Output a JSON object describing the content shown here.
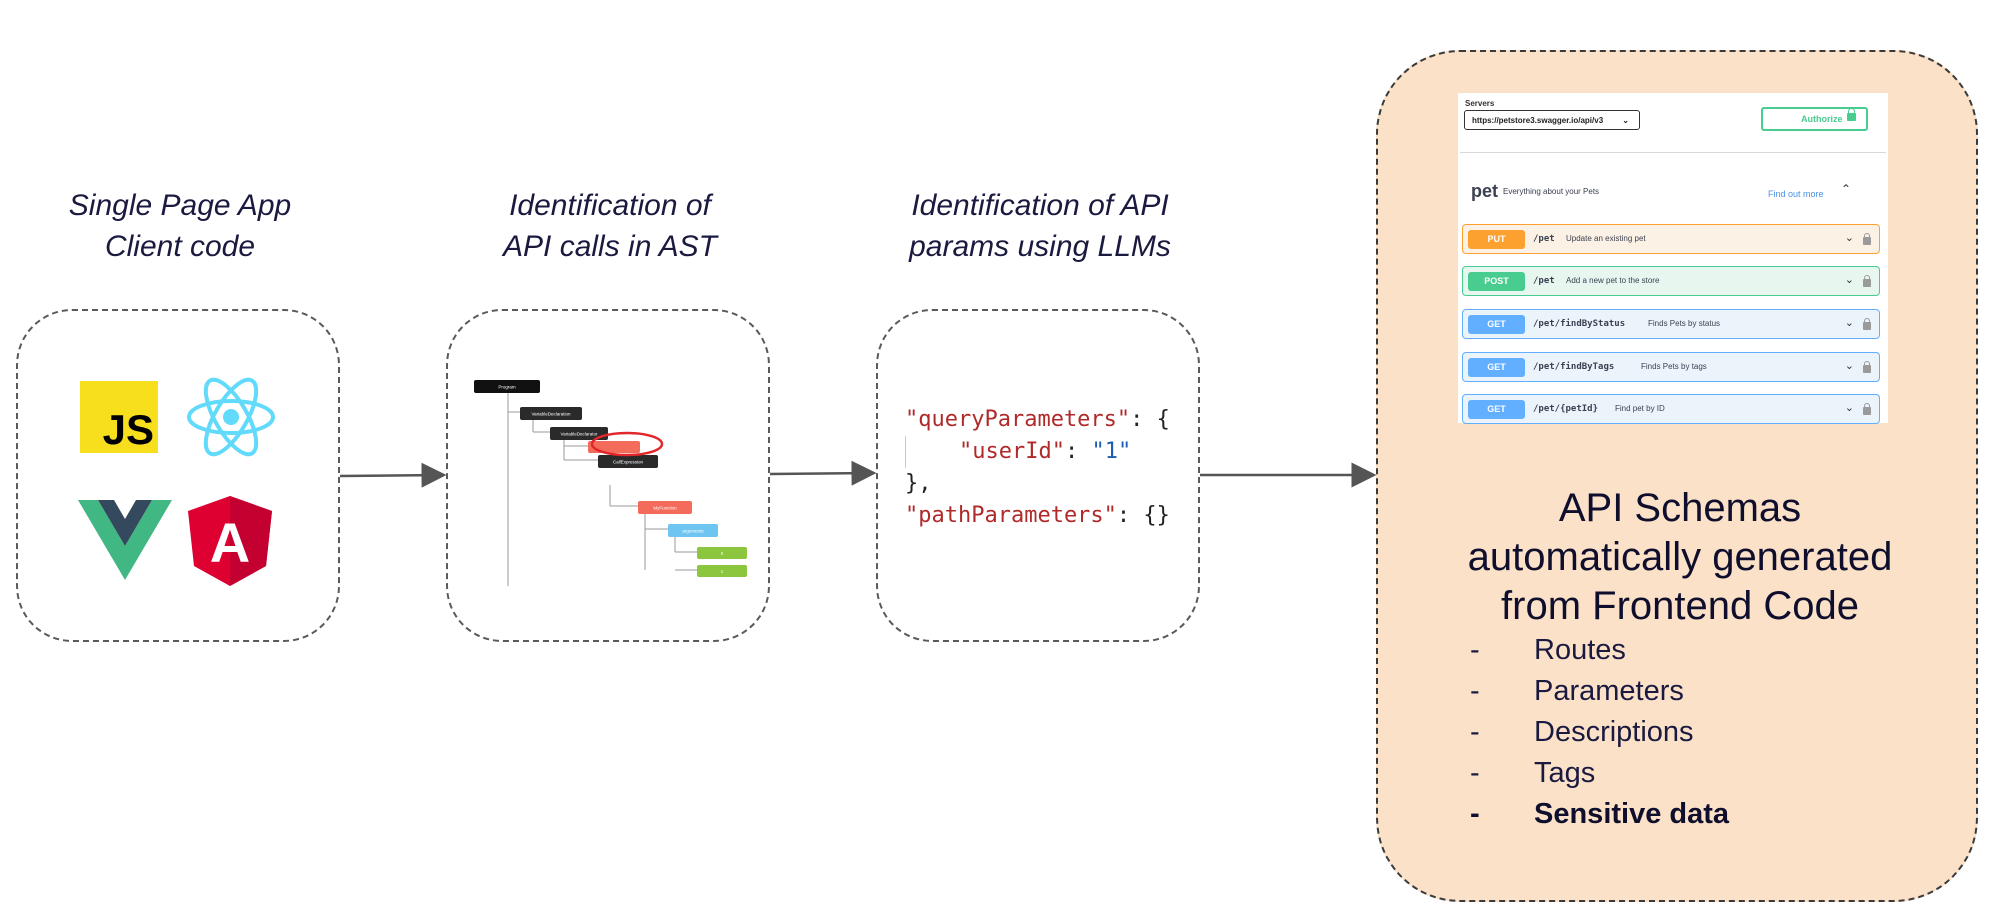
{
  "stages": [
    {
      "title_lines": [
        "Single Page App",
        "Client code"
      ]
    },
    {
      "title_lines": [
        "Identification of",
        "API calls in AST"
      ]
    },
    {
      "title_lines": [
        "Identification of API",
        "params using LLMs"
      ]
    }
  ],
  "logos": {
    "js": {
      "text": "JS",
      "icon": "javascript-icon",
      "color": "#f7df1e"
    },
    "react": {
      "icon": "react-icon",
      "color": "#61dafb"
    },
    "vue": {
      "icon": "vue-icon",
      "colors": [
        "#41b883",
        "#35495e"
      ]
    },
    "angular": {
      "text": "A",
      "icon": "angular-icon",
      "color": "#dd0031"
    }
  },
  "ast_nodes": [
    {
      "label": "Program",
      "color": "#111111"
    },
    {
      "label": "VariableDeclaration",
      "color": "#2a2a2a"
    },
    {
      "label": "VariableDeclarator",
      "color": "#2a2a2a"
    },
    {
      "label": "",
      "color": "#f26b5b"
    },
    {
      "label": "CallExpression",
      "color": "#2a2a2a"
    },
    {
      "label": "MyFunction",
      "color": "#f26b5b"
    },
    {
      "label": "arguments",
      "color": "#6ec6f0"
    },
    {
      "label": "0",
      "color": "#8cc63f"
    },
    {
      "label": "1",
      "color": "#8cc63f"
    }
  ],
  "code": {
    "line1_key": "\"queryParameters\"",
    "line1_rest": ": {",
    "line2_key": "\"userId\"",
    "line2_sep": ": ",
    "line2_val": "\"1\"",
    "line3": "},",
    "line4_key": "\"pathParameters\"",
    "line4_rest": ": {}"
  },
  "swagger": {
    "servers_label": "Servers",
    "server_url": "https://petstore3.swagger.io/api/v3",
    "authorize_label": "Authorize",
    "tag": "pet",
    "tag_description": "Everything about your Pets",
    "find_out_more": "Find out more",
    "operations": [
      {
        "method": "PUT",
        "path": "/pet",
        "summary": "Update an existing pet"
      },
      {
        "method": "POST",
        "path": "/pet",
        "summary": "Add a new pet to the store"
      },
      {
        "method": "GET",
        "path": "/pet/findByStatus",
        "summary": "Finds Pets by status"
      },
      {
        "method": "GET",
        "path": "/pet/findByTags",
        "summary": "Finds Pets by tags"
      },
      {
        "method": "GET",
        "path": "/pet/{petId}",
        "summary": "Find pet by ID"
      }
    ]
  },
  "schema_title_lines": [
    "API Schemas",
    "automatically generated",
    "from Frontend Code"
  ],
  "features": [
    "Routes",
    "Parameters",
    "Descriptions",
    "Tags",
    "Sensitive data"
  ],
  "colors": {
    "output_box_fill": "#fbe1c8",
    "arrow": "#555555",
    "highlight_circle": "#e3262b"
  }
}
